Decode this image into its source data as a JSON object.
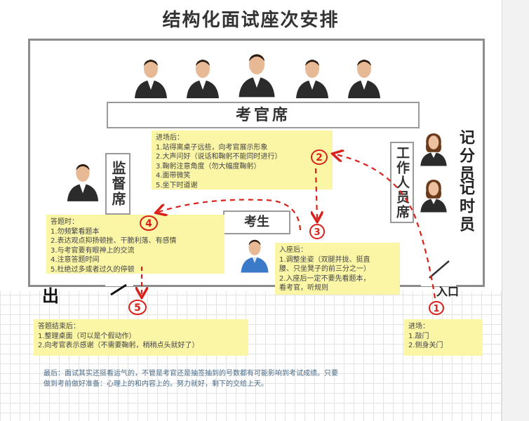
{
  "title": "结构化面试座次安排",
  "labels": {
    "examiner_seat": "考官席",
    "supervisor_seat": "监督席",
    "staff_seat": "工作人员席",
    "candidate": "考生",
    "recorder_score": "记分员",
    "recorder_time": "记时员",
    "entrance": "入口",
    "exit": "出"
  },
  "steps": {
    "s1": "1",
    "s2": "2",
    "s3": "3",
    "s4": "4",
    "s5": "5"
  },
  "notes": {
    "enter_room": {
      "title": "进场后：",
      "lines": [
        "1.站得离桌子远些，向考官展示形象",
        "2.大声问好（说话和鞠躬不能同时进行）",
        "3.鞠躬注意角度（勿大幅度鞠躬）",
        "4.面带微笑",
        "5.坐下时道谢"
      ]
    },
    "answering": {
      "title": "答题时：",
      "lines": [
        "1.勿频繁看题本",
        "2.表达观点抑扬顿挫、干脆利落、有感情",
        "3.与考官要有眼神上的交流",
        "4.注意答题时间",
        "5.杜绝过多或者过久的停顿"
      ]
    },
    "seated": {
      "title": "入座后：",
      "lines": [
        "1.调整坐姿（双腿并拢、挺直",
        "腰、只坐凳子的前三分之一）",
        "2.入座后一定不要先看题本，",
        "看考官，听规则"
      ]
    },
    "after_answer": {
      "title": "答题结束后：",
      "lines": [
        "1.整理桌面（可以是个假动作）",
        "2.向考官表示感谢（不需要鞠躬，稍稍点头就好了）"
      ]
    },
    "entry": {
      "title": "进场：",
      "lines": [
        "1.敲门",
        "2.侧身关门"
      ]
    }
  },
  "final_note": "最后：面试其实还挺看运气的，不管是考官还是抽签抽到的号数都有可能影响到考试成绩。只要做到考前做好准备：心理上的和内容上的。努力就好，剩下的交给上天。",
  "colors": {
    "note_bg": "#fbf6a6",
    "arrow_red": "#d9211b",
    "suit": "#2b2b2b",
    "candidate_shirt": "#3b79c9"
  }
}
